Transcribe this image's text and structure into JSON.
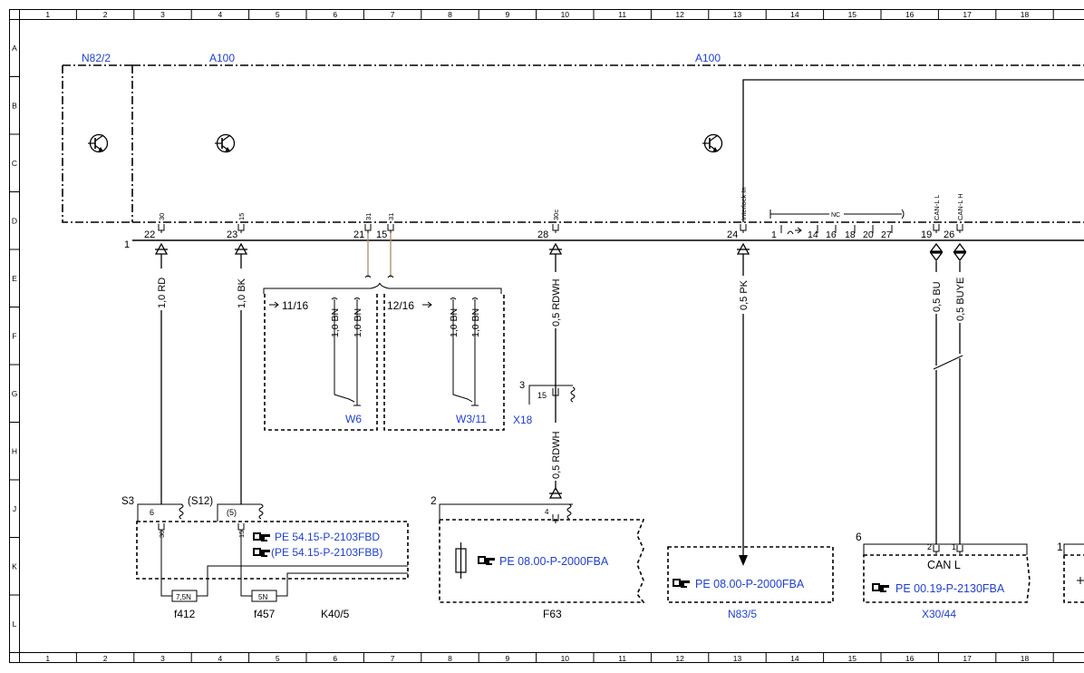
{
  "frame": {
    "columns": [
      "1",
      "2",
      "3",
      "4",
      "5",
      "6",
      "7",
      "8",
      "9",
      "10",
      "11",
      "12",
      "13",
      "14",
      "15",
      "16",
      "17",
      "18"
    ],
    "rows": [
      "A",
      "B",
      "C",
      "D",
      "E",
      "F",
      "G",
      "H",
      "J",
      "K",
      "L"
    ]
  },
  "modules": {
    "n82_2": "N82/2",
    "a100_left": "A100",
    "a100_right": "A100"
  },
  "top_pins": {
    "p22": {
      "pin": "22",
      "name": "30"
    },
    "p23": {
      "pin": "23",
      "name": "15"
    },
    "p21": {
      "pin": "21",
      "name": "31"
    },
    "p15": {
      "pin": "15",
      "name": "31"
    },
    "p28": {
      "pin": "28",
      "name": "30c"
    },
    "p24": {
      "pin": "24",
      "name": "Interlock In"
    },
    "p19": {
      "pin": "19",
      "name": "CAN-L L"
    },
    "p26": {
      "pin": "26",
      "name": "CAN-L H"
    }
  },
  "nc_group": {
    "label": "NC",
    "pins": [
      "1",
      "14",
      "16",
      "18",
      "20",
      "27"
    ]
  },
  "connector_label": "1",
  "wires": {
    "w22": "1,0 RD",
    "w23": "1,0 BK",
    "w28a": "0,5 RDWH",
    "w28b": "0,5 RDWH",
    "w24": "0,5 PK",
    "w19": "0,5 BU",
    "w26": "0,5 BUYE"
  },
  "ground_box": {
    "left_ref": "11/16",
    "right_ref": "12/16",
    "wires": [
      "1,0 BN",
      "1,0 BN",
      "1,0 BN",
      "1,0 BN"
    ],
    "w6": "W6",
    "w3_11": "W3/11"
  },
  "x18": {
    "label": "X18",
    "num": "3",
    "pin": "15"
  },
  "s3": {
    "label": "S3",
    "pin": "6",
    "s12": "(S12)",
    "pin2": "(5)"
  },
  "k40": {
    "label": "K40/5",
    "pin_a": "30",
    "pin_b": "15",
    "ref1": "PE 54.15-P-2103FBD",
    "ref2": "(PE 54.15-P-2103FBB)",
    "f412": "f412",
    "f412_val": "7,5N",
    "f457": "f457",
    "f457_val": "5N"
  },
  "f63": {
    "label": "F63",
    "num": "2",
    "pin": "4",
    "ref": "PE 08.00-P-2000FBA"
  },
  "n83": {
    "label": "N83/5",
    "ref": "PE 08.00-P-2000FBA"
  },
  "x30": {
    "label": "X30/44",
    "num": "6",
    "pin_a": "2",
    "pin_b": "1",
    "can": "CAN L",
    "ref": "PE 00.19-P-2130FBA"
  },
  "right_partial": {
    "num": "1"
  }
}
